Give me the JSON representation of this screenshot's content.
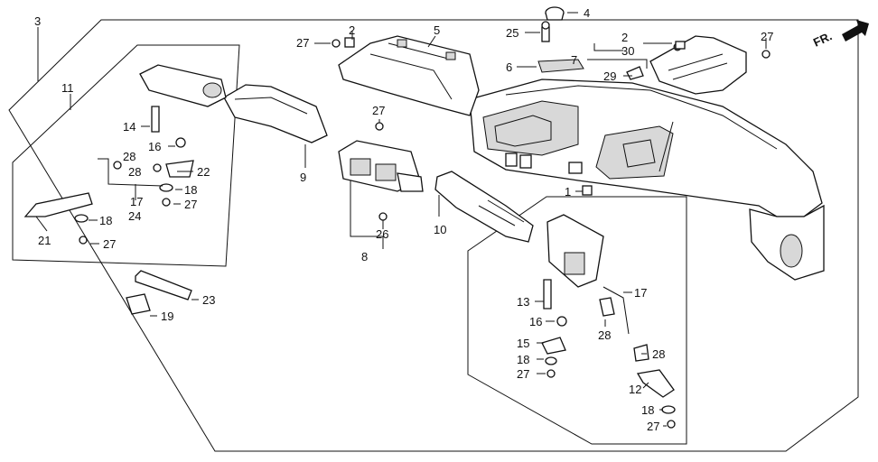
{
  "orientation": {
    "label": "FR.",
    "icon": "front-direction-arrow-icon"
  },
  "callouts": [
    {
      "id": "c3",
      "text": "3"
    },
    {
      "id": "c11",
      "text": "11"
    },
    {
      "id": "c27a",
      "text": "27"
    },
    {
      "id": "c2a",
      "text": "2"
    },
    {
      "id": "c5",
      "text": "5"
    },
    {
      "id": "c4",
      "text": "4"
    },
    {
      "id": "c25",
      "text": "25"
    },
    {
      "id": "c6",
      "text": "6"
    },
    {
      "id": "c2b",
      "text": "2"
    },
    {
      "id": "c30",
      "text": "30"
    },
    {
      "id": "c7",
      "text": "7"
    },
    {
      "id": "c29",
      "text": "29"
    },
    {
      "id": "c27b",
      "text": "27"
    },
    {
      "id": "c14",
      "text": "14"
    },
    {
      "id": "c16a",
      "text": "16"
    },
    {
      "id": "c28a",
      "text": "28"
    },
    {
      "id": "c28b",
      "text": "28"
    },
    {
      "id": "c22",
      "text": "22"
    },
    {
      "id": "c18a",
      "text": "18"
    },
    {
      "id": "c17a",
      "text": "17"
    },
    {
      "id": "c27c",
      "text": "27"
    },
    {
      "id": "c24",
      "text": "24"
    },
    {
      "id": "c18b",
      "text": "18"
    },
    {
      "id": "c21",
      "text": "21"
    },
    {
      "id": "c27d",
      "text": "27"
    },
    {
      "id": "c27e",
      "text": "27"
    },
    {
      "id": "c9",
      "text": "9"
    },
    {
      "id": "c1",
      "text": "1"
    },
    {
      "id": "c26",
      "text": "26"
    },
    {
      "id": "c10",
      "text": "10"
    },
    {
      "id": "c8",
      "text": "8"
    },
    {
      "id": "c23",
      "text": "23"
    },
    {
      "id": "c19",
      "text": "19"
    },
    {
      "id": "c13",
      "text": "13"
    },
    {
      "id": "c17b",
      "text": "17"
    },
    {
      "id": "c16b",
      "text": "16"
    },
    {
      "id": "c28c",
      "text": "28"
    },
    {
      "id": "c15",
      "text": "15"
    },
    {
      "id": "c28d",
      "text": "28"
    },
    {
      "id": "c18c",
      "text": "18"
    },
    {
      "id": "c27f",
      "text": "27"
    },
    {
      "id": "c12",
      "text": "12"
    },
    {
      "id": "c18d",
      "text": "18"
    },
    {
      "id": "c27g",
      "text": "27"
    }
  ]
}
